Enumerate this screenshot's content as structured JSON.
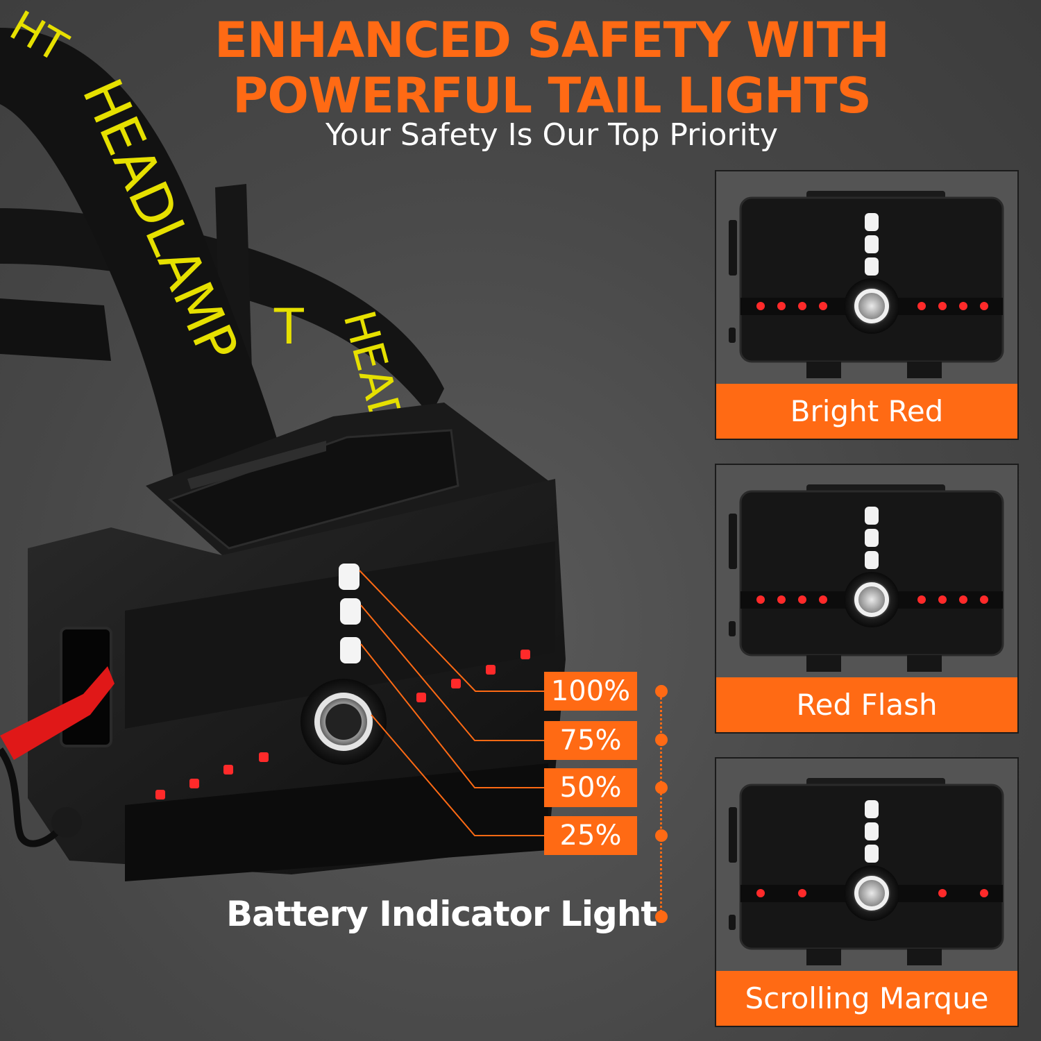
{
  "header": {
    "title_line1": "ENHANCED SAFETY WITH",
    "title_line2": "POWERFUL TAIL LIGHTS",
    "subtitle": "Your Safety Is Our Top Priority"
  },
  "strap_text": {
    "main": "HEADLAMP",
    "rear": "HEADLAMP",
    "left": "T",
    "top_corner": "HT"
  },
  "battery_levels": [
    {
      "label": "100%"
    },
    {
      "label": "75%"
    },
    {
      "label": "50%"
    },
    {
      "label": "25%"
    }
  ],
  "battery_label": "Battery Indicator Light",
  "modes": [
    {
      "label": "Bright Red",
      "pattern": "all-on"
    },
    {
      "label": "Red Flash",
      "pattern": "all-on"
    },
    {
      "label": "Scrolling Marque",
      "pattern": "alternate"
    }
  ],
  "colors": {
    "accent": "#ff6a14",
    "tail_red": "#ff2a2a",
    "strap_text": "#e6e000",
    "background": "#4b4b4b"
  }
}
